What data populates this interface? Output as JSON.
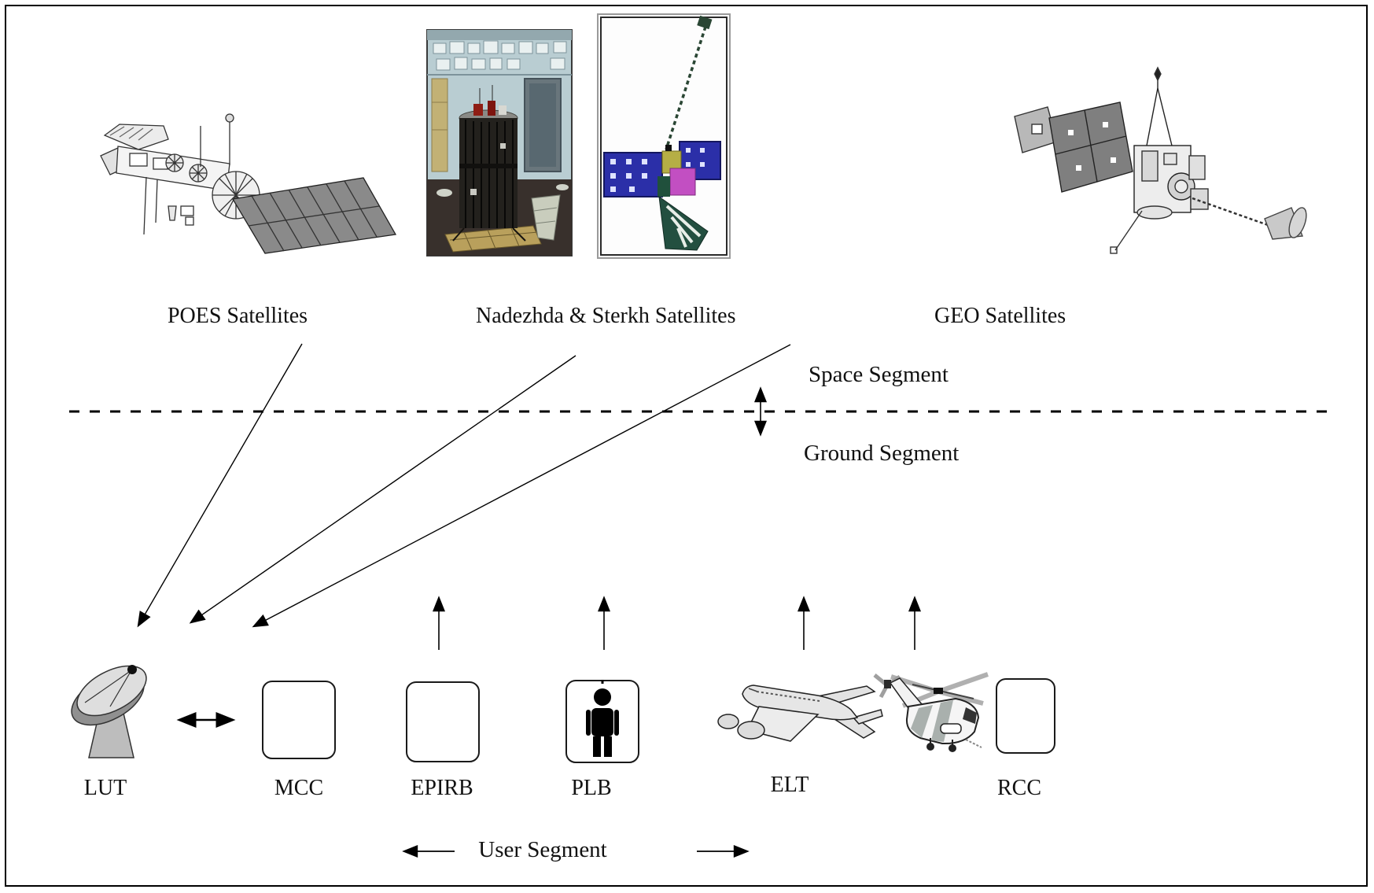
{
  "space_segment": {
    "poes_label": "POES Satellites",
    "nadezhda_sterkh_label": "Nadezhda & Sterkh Satellites",
    "geo_label": "GEO Satellites"
  },
  "divider": {
    "space_label": "Space Segment",
    "ground_label": "Ground Segment"
  },
  "ground_segment": {
    "lut_label": "LUT",
    "mcc_label": "MCC",
    "epirb_label": "EPIRB",
    "plb_label": "PLB",
    "elt_label": "ELT",
    "rcc_label": "RCC"
  },
  "user_segment": {
    "label": "User Segment"
  },
  "icons": {
    "lut": "satellite-dish-icon",
    "plb": "person-icon",
    "elt": "airplane-icon",
    "rescue": "helicopter-icon",
    "poes": "poes-satellite-drawing",
    "nadezhda": "nadezhda-satellite-photo",
    "sterkh": "sterkh-satellite-drawing",
    "geo": "geo-satellite-drawing"
  },
  "colors": {
    "background": "#ffffff",
    "line": "#000000",
    "text": "#111111",
    "solar_panel_gray": "#8a8a8a",
    "body_gray": "#ececec",
    "sterkh_panel_blue": "#2b2fa8",
    "sterkh_magenta": "#c24fc2",
    "sterkh_cone_green": "#234f40",
    "photo_wall_blue": "#b9cdd2",
    "photo_floor_brown": "#38302c",
    "photo_satellite_dark": "#23211d",
    "photo_base_tan": "#b9a05c"
  }
}
